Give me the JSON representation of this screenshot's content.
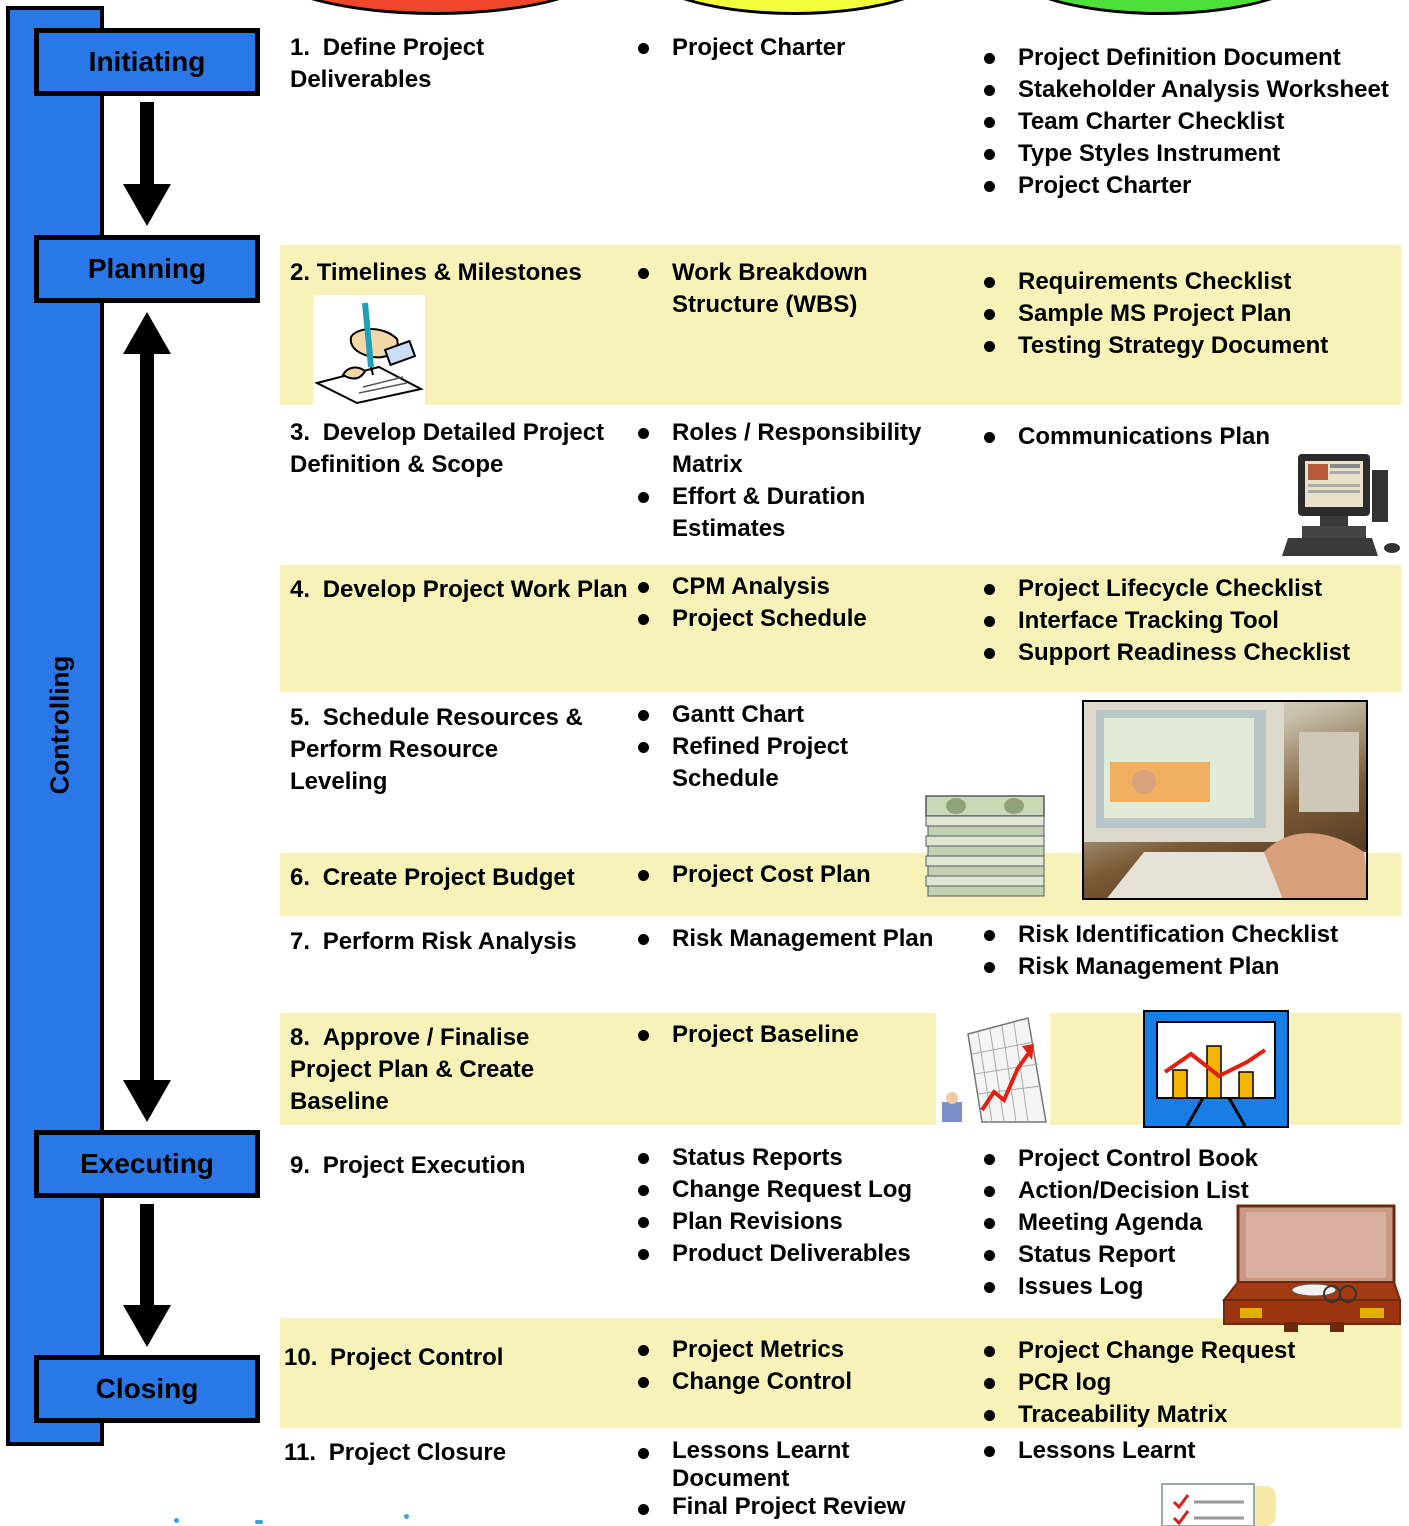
{
  "controlling_label": "Controlling",
  "phases": {
    "initiating": "Initiating",
    "planning": "Planning",
    "executing": "Executing",
    "closing": "Closing"
  },
  "steps": [
    {
      "num": "1.",
      "title": "Define Project Deliverables",
      "deliverables": [
        "Project Charter"
      ],
      "tools": [
        "Project Definition Document",
        "Stakeholder Analysis Worksheet",
        "Team Charter Checklist",
        "Type Styles Instrument",
        "Project Charter"
      ]
    },
    {
      "num": "2.",
      "title": "Timelines & Milestones",
      "deliverables": [
        "Work Breakdown Structure (WBS)"
      ],
      "tools": [
        "Requirements Checklist",
        "Sample MS Project Plan",
        "Testing Strategy Document"
      ]
    },
    {
      "num": "3.",
      "title": "Develop Detailed Project Definition & Scope",
      "deliverables": [
        "Roles / Responsibility Matrix",
        "Effort & Duration Estimates"
      ],
      "tools": [
        "Communications Plan"
      ]
    },
    {
      "num": "4.",
      "title": "Develop Project Work Plan",
      "deliverables": [
        "CPM Analysis",
        "Project Schedule"
      ],
      "tools": [
        "Project Lifecycle Checklist",
        "Interface Tracking Tool",
        "Support Readiness Checklist"
      ]
    },
    {
      "num": "5.",
      "title": "Schedule Resources & Perform Resource Leveling",
      "deliverables": [
        "Gantt Chart",
        "Refined Project Schedule"
      ],
      "tools": []
    },
    {
      "num": "6.",
      "title": "Create Project Budget",
      "deliverables": [
        "Project Cost Plan"
      ],
      "tools": []
    },
    {
      "num": "7.",
      "title": "Perform Risk Analysis",
      "deliverables": [
        "Risk Management Plan"
      ],
      "tools": [
        "Risk Identification Checklist",
        "Risk Management Plan"
      ]
    },
    {
      "num": "8.",
      "title": "Approve / Finalise Project Plan & Create Baseline",
      "deliverables": [
        "Project Baseline"
      ],
      "tools": []
    },
    {
      "num": "9.",
      "title": "Project Execution",
      "deliverables": [
        "Status Reports",
        "Change Request Log",
        "Plan Revisions",
        "Product Deliverables"
      ],
      "tools": [
        "Project Control Book",
        "Action/Decision List",
        "Meeting Agenda",
        "Status Report",
        "Issues Log"
      ]
    },
    {
      "num": "10.",
      "title": "Project Control",
      "deliverables": [
        "Project Metrics",
        "Change Control"
      ],
      "tools": [
        "Project Change Request",
        "PCR log",
        "Traceability Matrix"
      ]
    },
    {
      "num": "11.",
      "title": "Project Closure",
      "deliverables": [
        "Lessons Learnt Document",
        "Final Project Review"
      ],
      "tools": [
        "Lessons Learnt"
      ]
    }
  ],
  "colors": {
    "phase_blue": "#2a78e8",
    "band_yellow": "#f7f3b8",
    "pill_red": "#f0462a",
    "pill_yellow": "#f2ff3a",
    "pill_green": "#4de03a"
  },
  "icons": [
    "writing-hand-icon",
    "computer-icon",
    "money-stack-icon",
    "office-photo",
    "rising-chart-icon",
    "bar-chart-easel-icon",
    "briefcase-icon",
    "checklist-icon"
  ]
}
